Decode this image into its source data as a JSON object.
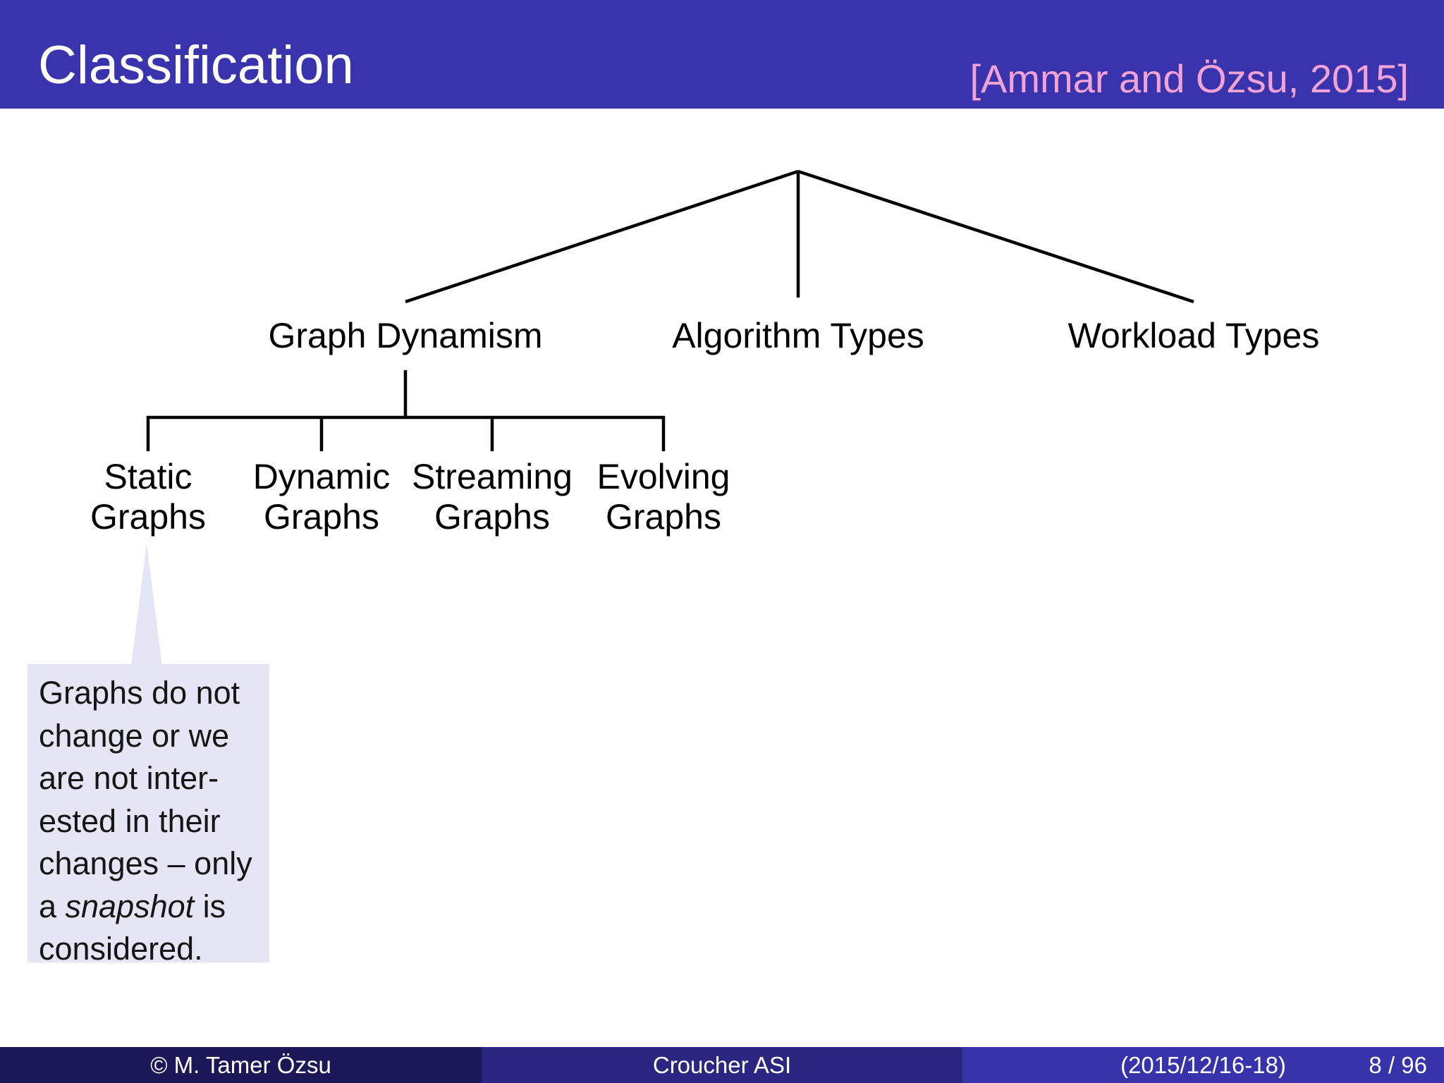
{
  "header": {
    "title": "Classification",
    "citation": "[Ammar and Özsu, 2015]"
  },
  "tree": {
    "level1": [
      {
        "label": "Graph Dynamism"
      },
      {
        "label": "Algorithm Types"
      },
      {
        "label": "Workload Types"
      }
    ],
    "level2": [
      {
        "lines": [
          "Static",
          "Graphs"
        ]
      },
      {
        "lines": [
          "Dynamic",
          "Graphs"
        ]
      },
      {
        "lines": [
          "Streaming",
          "Graphs"
        ]
      },
      {
        "lines": [
          "Evolving",
          "Graphs"
        ]
      }
    ]
  },
  "callout": {
    "lines": [
      "Graphs do not",
      "change or we",
      "are not inter-",
      "ested in their",
      "changes – only",
      "a *snapshot* is",
      "considered."
    ],
    "italic_word": "snapshot"
  },
  "footer": {
    "author": "© M. Tamer Özsu",
    "event": "Croucher ASI",
    "date": "(2015/12/16-18)",
    "page": "8 / 96"
  },
  "colors": {
    "structure_blue": "#3934ad",
    "citation_pink": "#f2a3d6",
    "callout_bg": "#e6e5f5",
    "footer_dark": "#1c1858",
    "footer_mid": "#2a2681",
    "footer_light": "#3733ab",
    "line_black": "#000000"
  }
}
